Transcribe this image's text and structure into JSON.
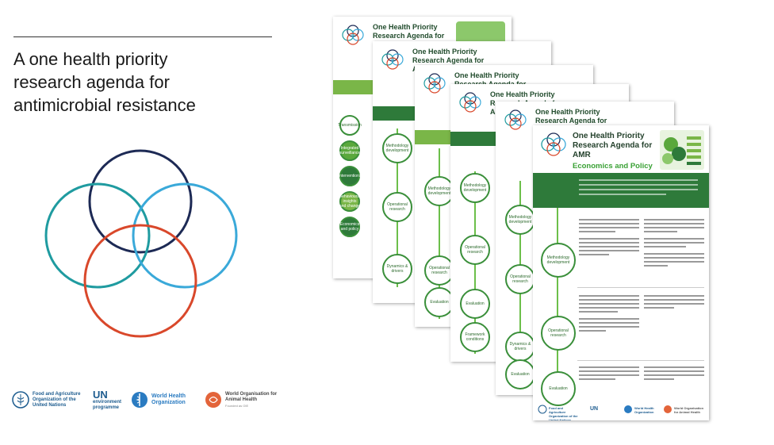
{
  "title": {
    "lines": [
      "A one health priority",
      "research agenda for",
      "antimicrobial resistance"
    ]
  },
  "venn": {
    "circles": [
      {
        "name": "top",
        "color": "#1d2a55"
      },
      {
        "name": "left",
        "color": "#1f9ba0"
      },
      {
        "name": "right",
        "color": "#3aa9d9"
      },
      {
        "name": "bottom",
        "color": "#d9482b"
      }
    ]
  },
  "logos": {
    "fao": "Food and Agriculture Organization of the United Nations",
    "unep_main": "UN",
    "unep_sub": "environment programme",
    "who": "World Health Organization",
    "woah_main": "World Organisation for Animal Health",
    "woah_sub": "Founded as OIE"
  },
  "brochure": {
    "back_title": "One Health Priority Research Agenda for AMR",
    "front_title": "One Health Priority Research Agenda for AMR",
    "front_subtitle": "Economics and Policy",
    "back_labels": [
      "Transmission",
      "Integrated surveillance",
      "Interventions",
      "Behavioural insights and change",
      "Economics and policy"
    ],
    "stage_labels": [
      "Methodology development",
      "Operational research",
      "Dynamics & drivers",
      "Evaluation",
      "Framework conditions"
    ],
    "front_rows": [
      "Methodology development",
      "Operational research",
      "Evaluation"
    ]
  }
}
